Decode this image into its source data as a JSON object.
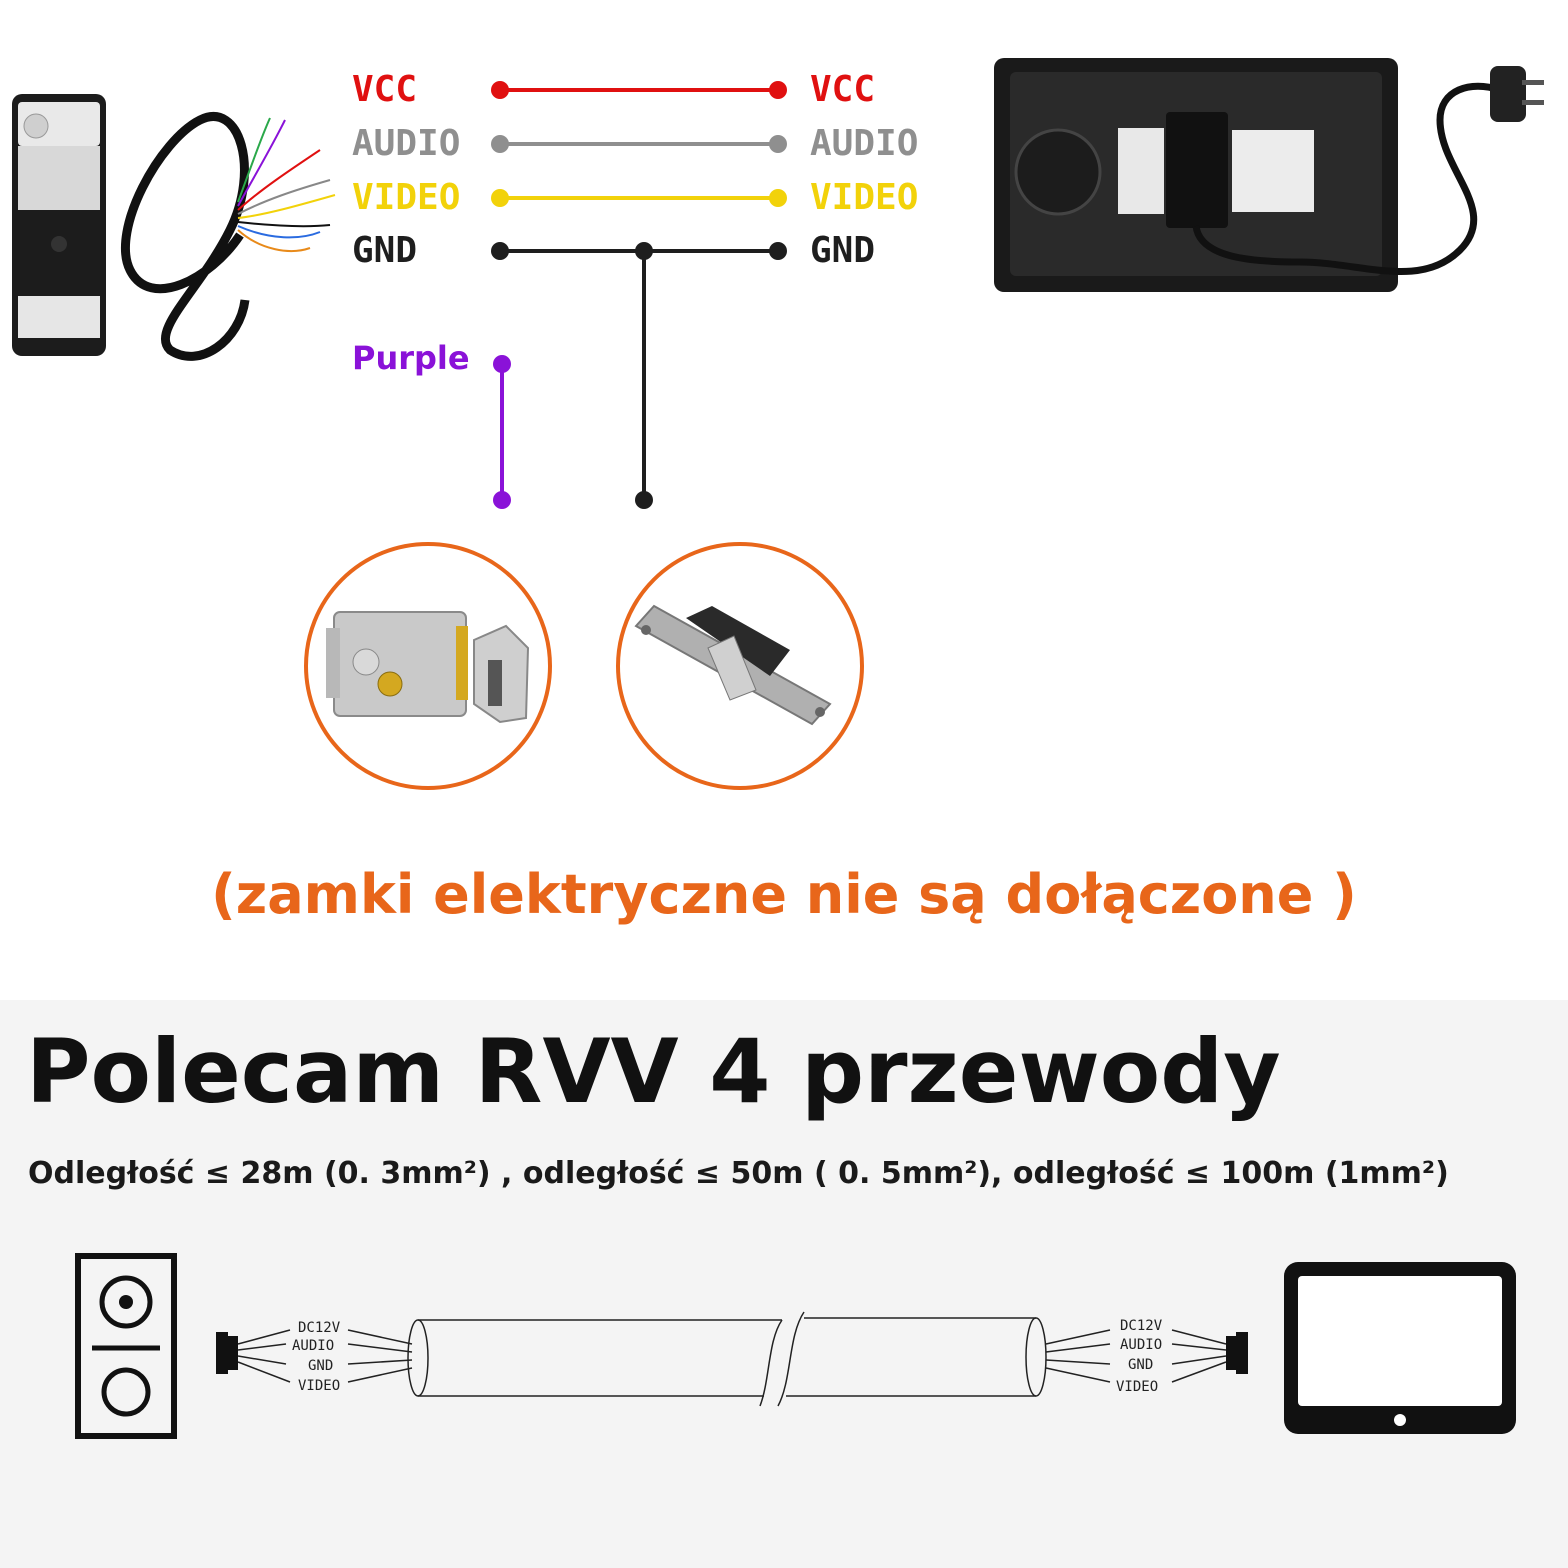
{
  "wiring": {
    "left_labels": [
      "VCC",
      "AUDIO",
      "VIDEO",
      "GND"
    ],
    "right_labels": [
      "VCC",
      "AUDIO",
      "VIDEO",
      "GND"
    ],
    "purple_label": "Purple"
  },
  "colors": {
    "vcc": "#e01010",
    "audio": "#8f8f8f",
    "video": "#f2d20a",
    "gnd": "#1e1e1e",
    "purple": "#8a12d8",
    "accent_orange": "#e8661a"
  },
  "note": "(zamki elektryczne nie są dołączone )",
  "headline": "Polecam RVV 4 przewody",
  "subline": "Odległość ≤ 28m (0. 3mm²) , odległość ≤ 50m ( 0. 5mm²), odległość ≤ 100m (1mm²)",
  "cable_diagram": {
    "left_labels": [
      "DC12V",
      "AUDIO",
      "GND",
      "VIDEO"
    ],
    "right_labels": [
      "DC12V",
      "AUDIO",
      "GND",
      "VIDEO"
    ]
  },
  "icons": {
    "outdoor_unit": "doorbell-camera-icon",
    "indoor_monitor": "monitor-icon",
    "lock_1": "rim-lock-icon",
    "lock_2": "strike-lock-icon"
  }
}
